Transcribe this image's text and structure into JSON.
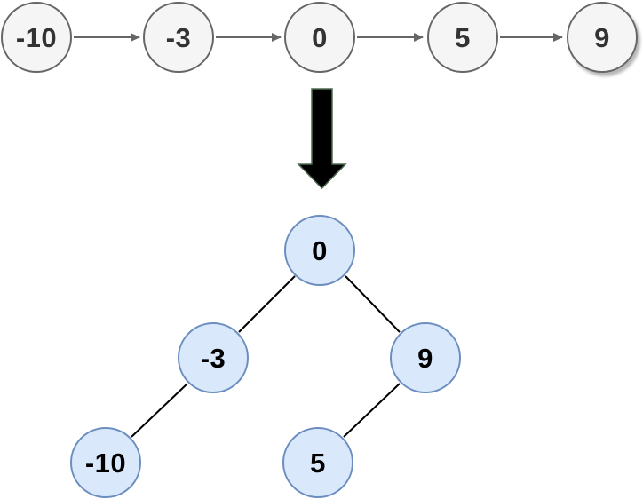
{
  "diagram_type": "linked-list-to-binary-search-tree-conversion",
  "colors": {
    "background": "#ffffff",
    "list_node_fill": "#f5f5f5",
    "list_node_border": "#666666",
    "list_node_text": "#333333",
    "list_arrow": "#666666",
    "tree_node_fill": "#dae8fc",
    "tree_node_border": "#6c8ebf",
    "tree_node_text": "#000000",
    "tree_edge": "#000000",
    "big_arrow_fill": "#000000",
    "big_arrow_stroke": "#4e6b50"
  },
  "linked_list": {
    "nodes": [
      {
        "label": "-10"
      },
      {
        "label": "-3"
      },
      {
        "label": "0"
      },
      {
        "label": "5"
      },
      {
        "label": "9"
      }
    ],
    "order": "-10 -> -3 -> 0 -> 5 -> 9"
  },
  "transform": {
    "icon": "down-arrow"
  },
  "tree": {
    "nodes": [
      {
        "id": "root",
        "label": "0"
      },
      {
        "id": "left",
        "label": "-3"
      },
      {
        "id": "right",
        "label": "9"
      },
      {
        "id": "left-left",
        "label": "-10"
      },
      {
        "id": "right-left",
        "label": "5"
      }
    ],
    "edges": [
      {
        "from": "0",
        "to": "-3"
      },
      {
        "from": "0",
        "to": "9"
      },
      {
        "from": "-3",
        "to": "-10"
      },
      {
        "from": "9",
        "to": "5"
      }
    ]
  }
}
